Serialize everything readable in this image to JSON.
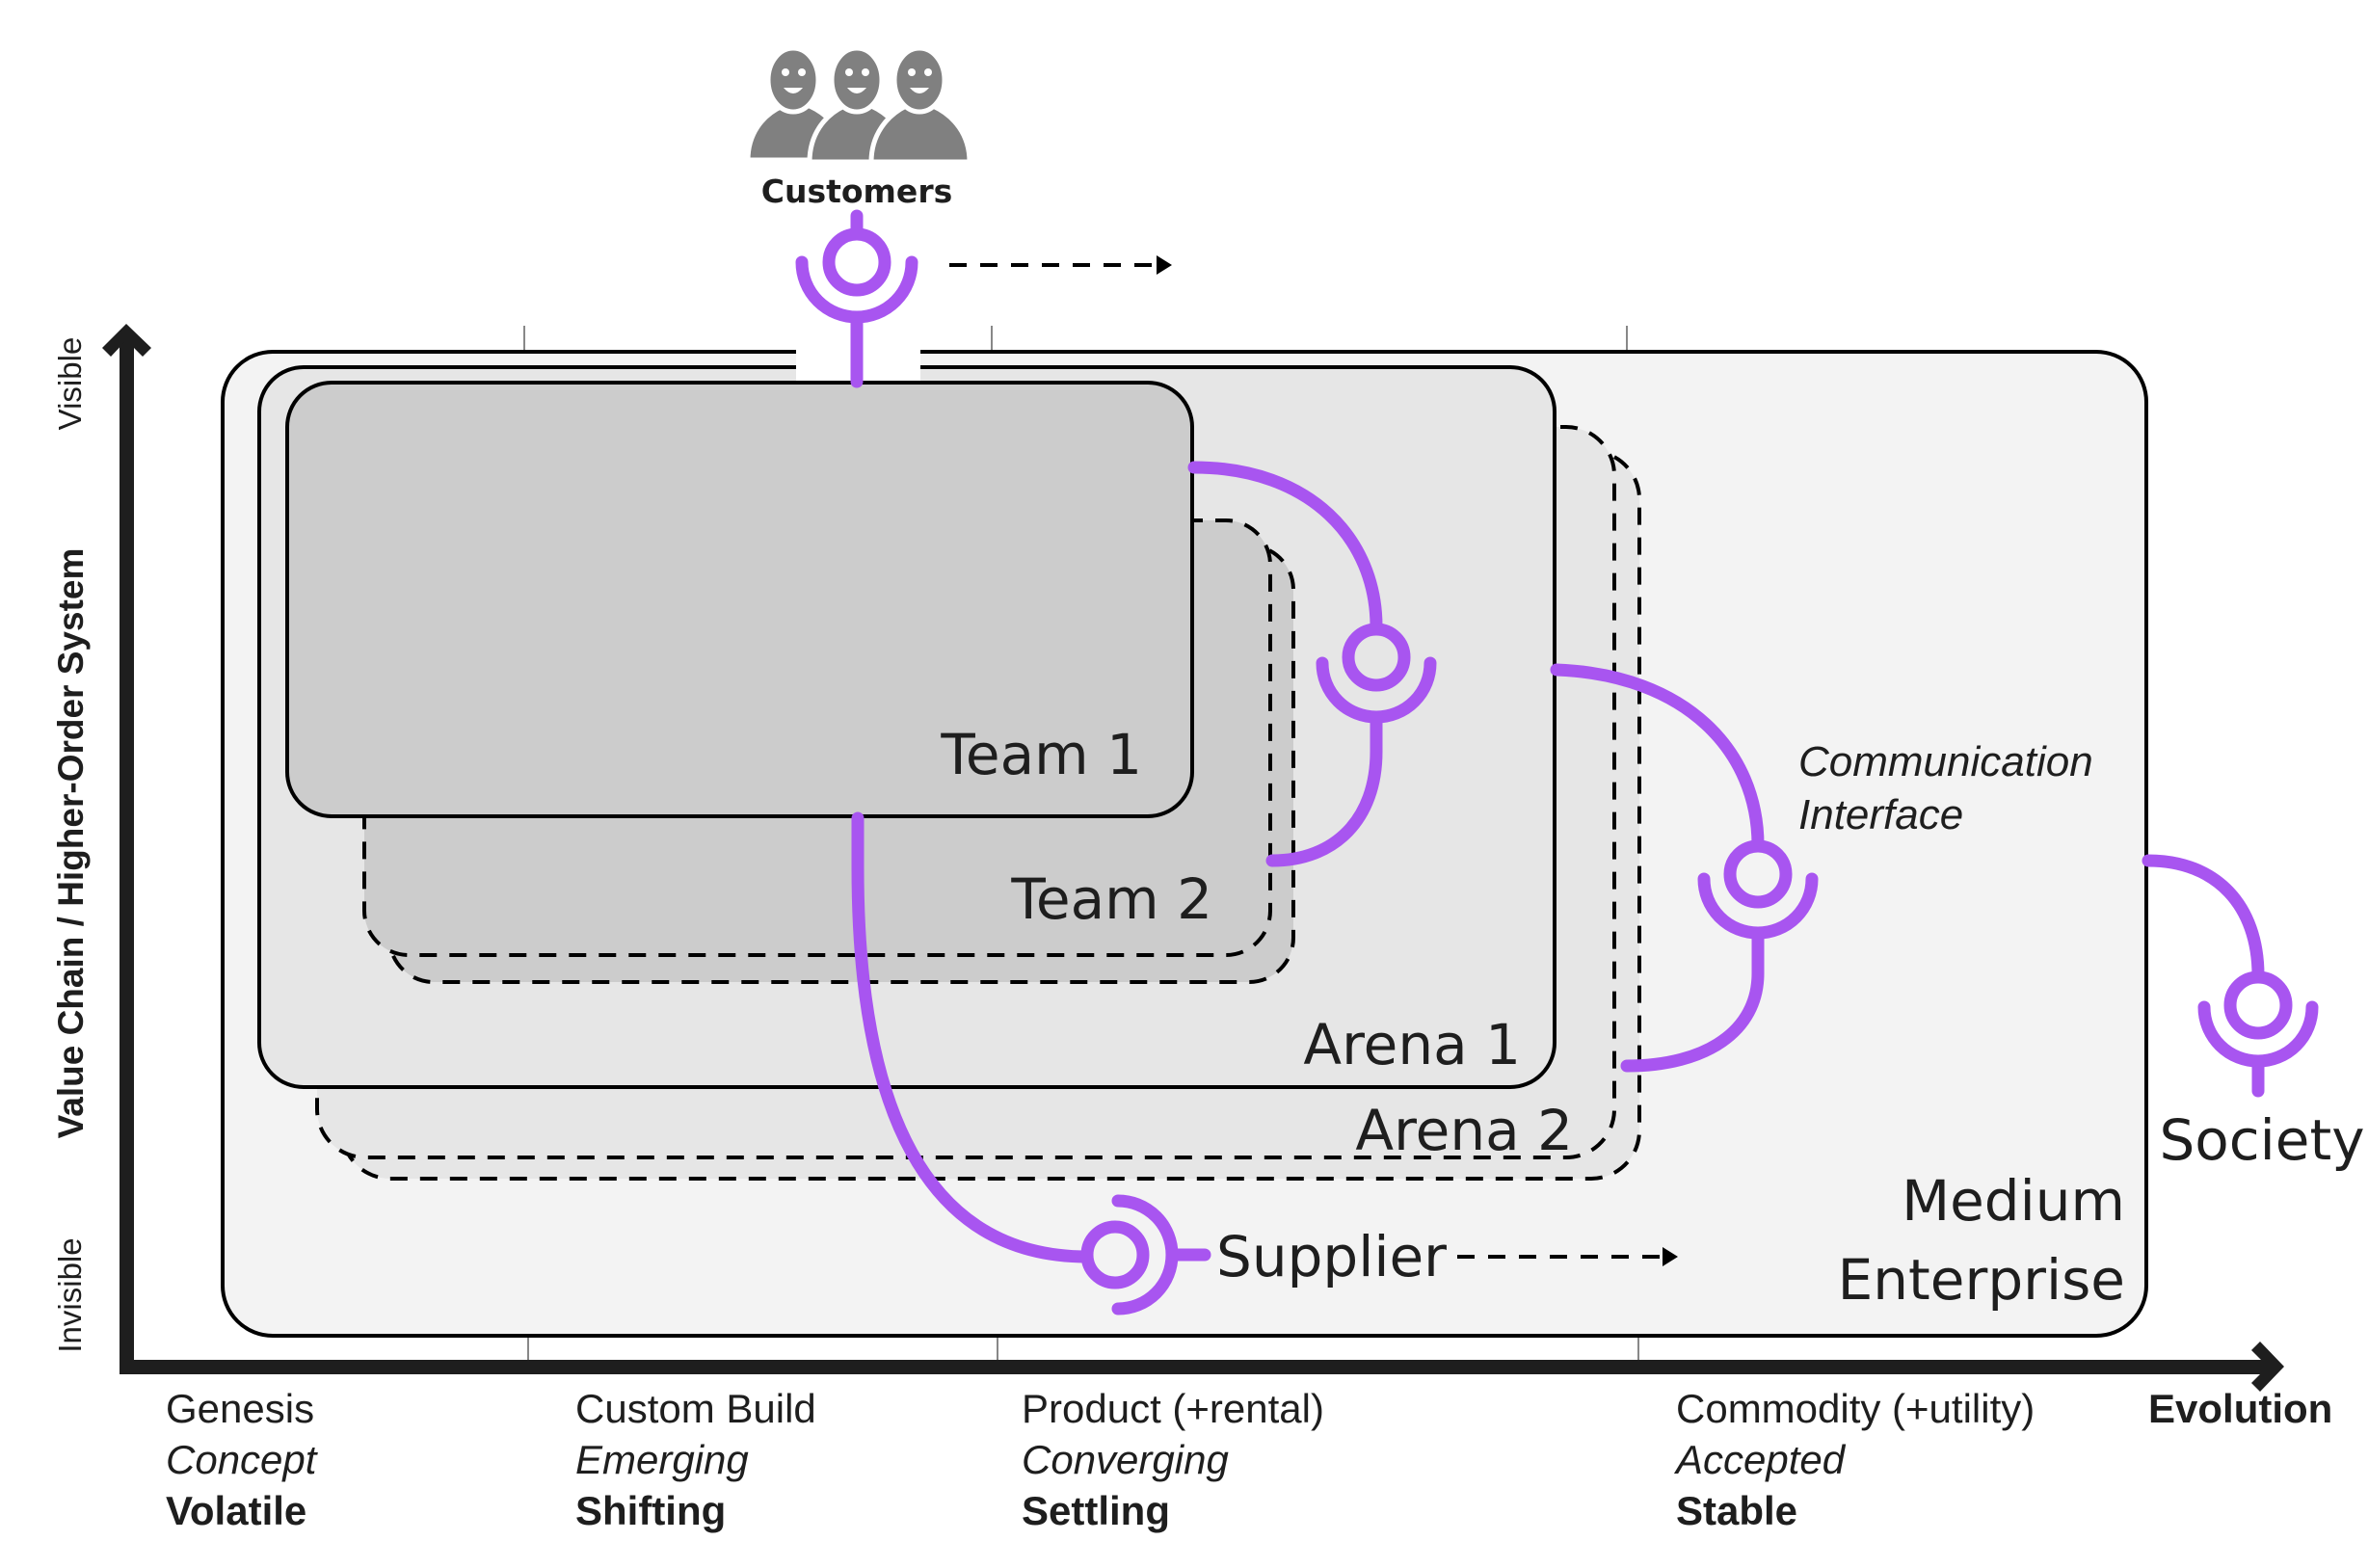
{
  "diagram": {
    "type": "wardley-map-organizational-nesting",
    "accent_color": "#A855F0",
    "fills": {
      "medium_enterprise": "#F3F3F3",
      "arena": "#E6E6E6",
      "team": "#CCCCCC"
    },
    "y_axis": {
      "title": "Value Chain / Higher-Order System",
      "top_label": "Visible",
      "bottom_label": "Invisible"
    },
    "x_axis": {
      "title": "Evolution",
      "stages": [
        {
          "name": "Genesis",
          "characteristic": "Concept",
          "state": "Volatile"
        },
        {
          "name": "Custom Build",
          "characteristic": "Emerging",
          "state": "Shifting"
        },
        {
          "name": "Product (+rental)",
          "characteristic": "Converging",
          "state": "Settling"
        },
        {
          "name": "Commodity (+utility)",
          "characteristic": "Accepted",
          "state": "Stable"
        }
      ]
    },
    "nodes": {
      "customers": "Customers",
      "team1": "Team 1",
      "team2": "Team 2",
      "arena1": "Arena 1",
      "arena2": "Arena 2",
      "medium_line1": "Medium",
      "medium_line2": "Enterprise",
      "supplier": "Supplier",
      "society": "Society",
      "interface_line1": "Communication",
      "interface_line2": "Interface"
    },
    "icons": {
      "customers": "people-group-icon",
      "connector": "interface-socket-icon",
      "movement": "dashed-arrow-right-icon"
    }
  }
}
